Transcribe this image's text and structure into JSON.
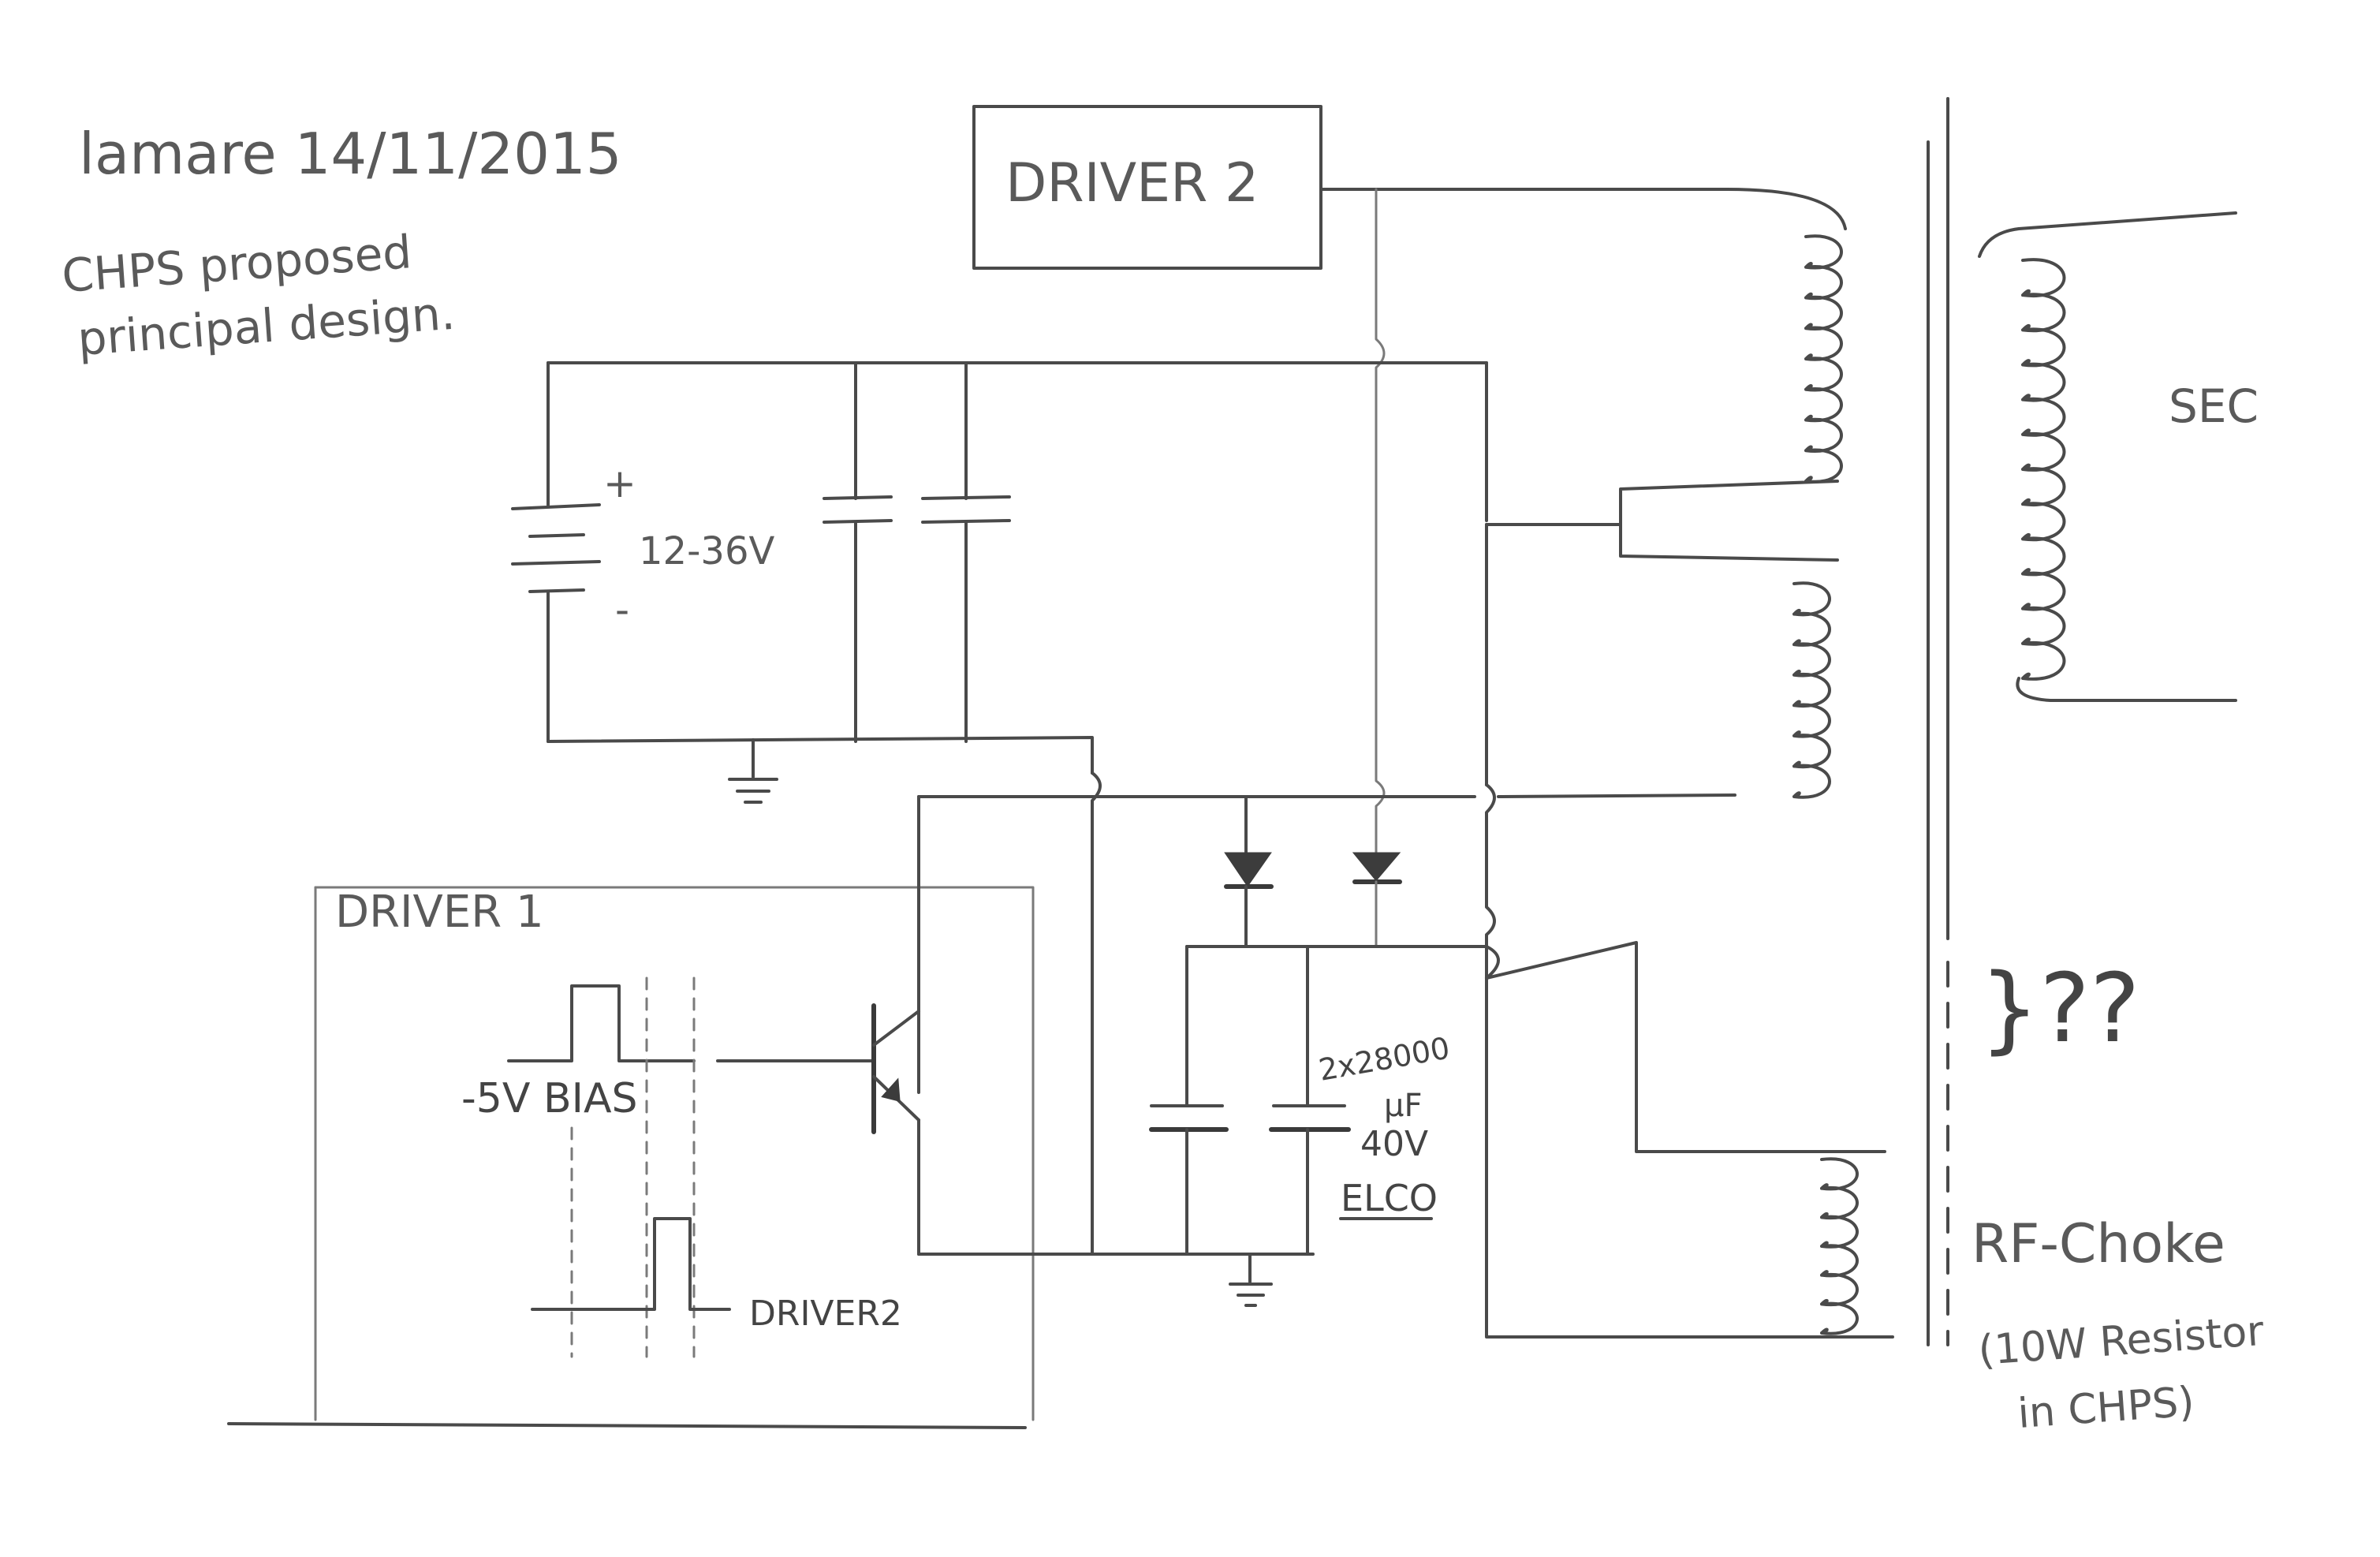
{
  "header": {
    "author_date": "lamare 14/11/2015",
    "caption_line1": "CHPS proposed",
    "caption_line2": "principal design."
  },
  "blocks": {
    "driver2_title": "DRIVER 2",
    "driver1_title": "DRIVER 1"
  },
  "labels": {
    "battery_plus": "+",
    "battery_minus": "-",
    "battery_voltage": "12-36V",
    "bias": "-5V BIAS",
    "driver2_signal": "DRIVER2",
    "cap_value_line1": "2x28000",
    "cap_value_line2": "μF",
    "cap_value_line3": "40V",
    "cap_type": "ELCO",
    "secondary": "SEC",
    "question": "}??",
    "rf_choke": "RF-Choke",
    "rf_note_line1": "(10W Resistor",
    "rf_note_line2": "in CHPS)"
  }
}
